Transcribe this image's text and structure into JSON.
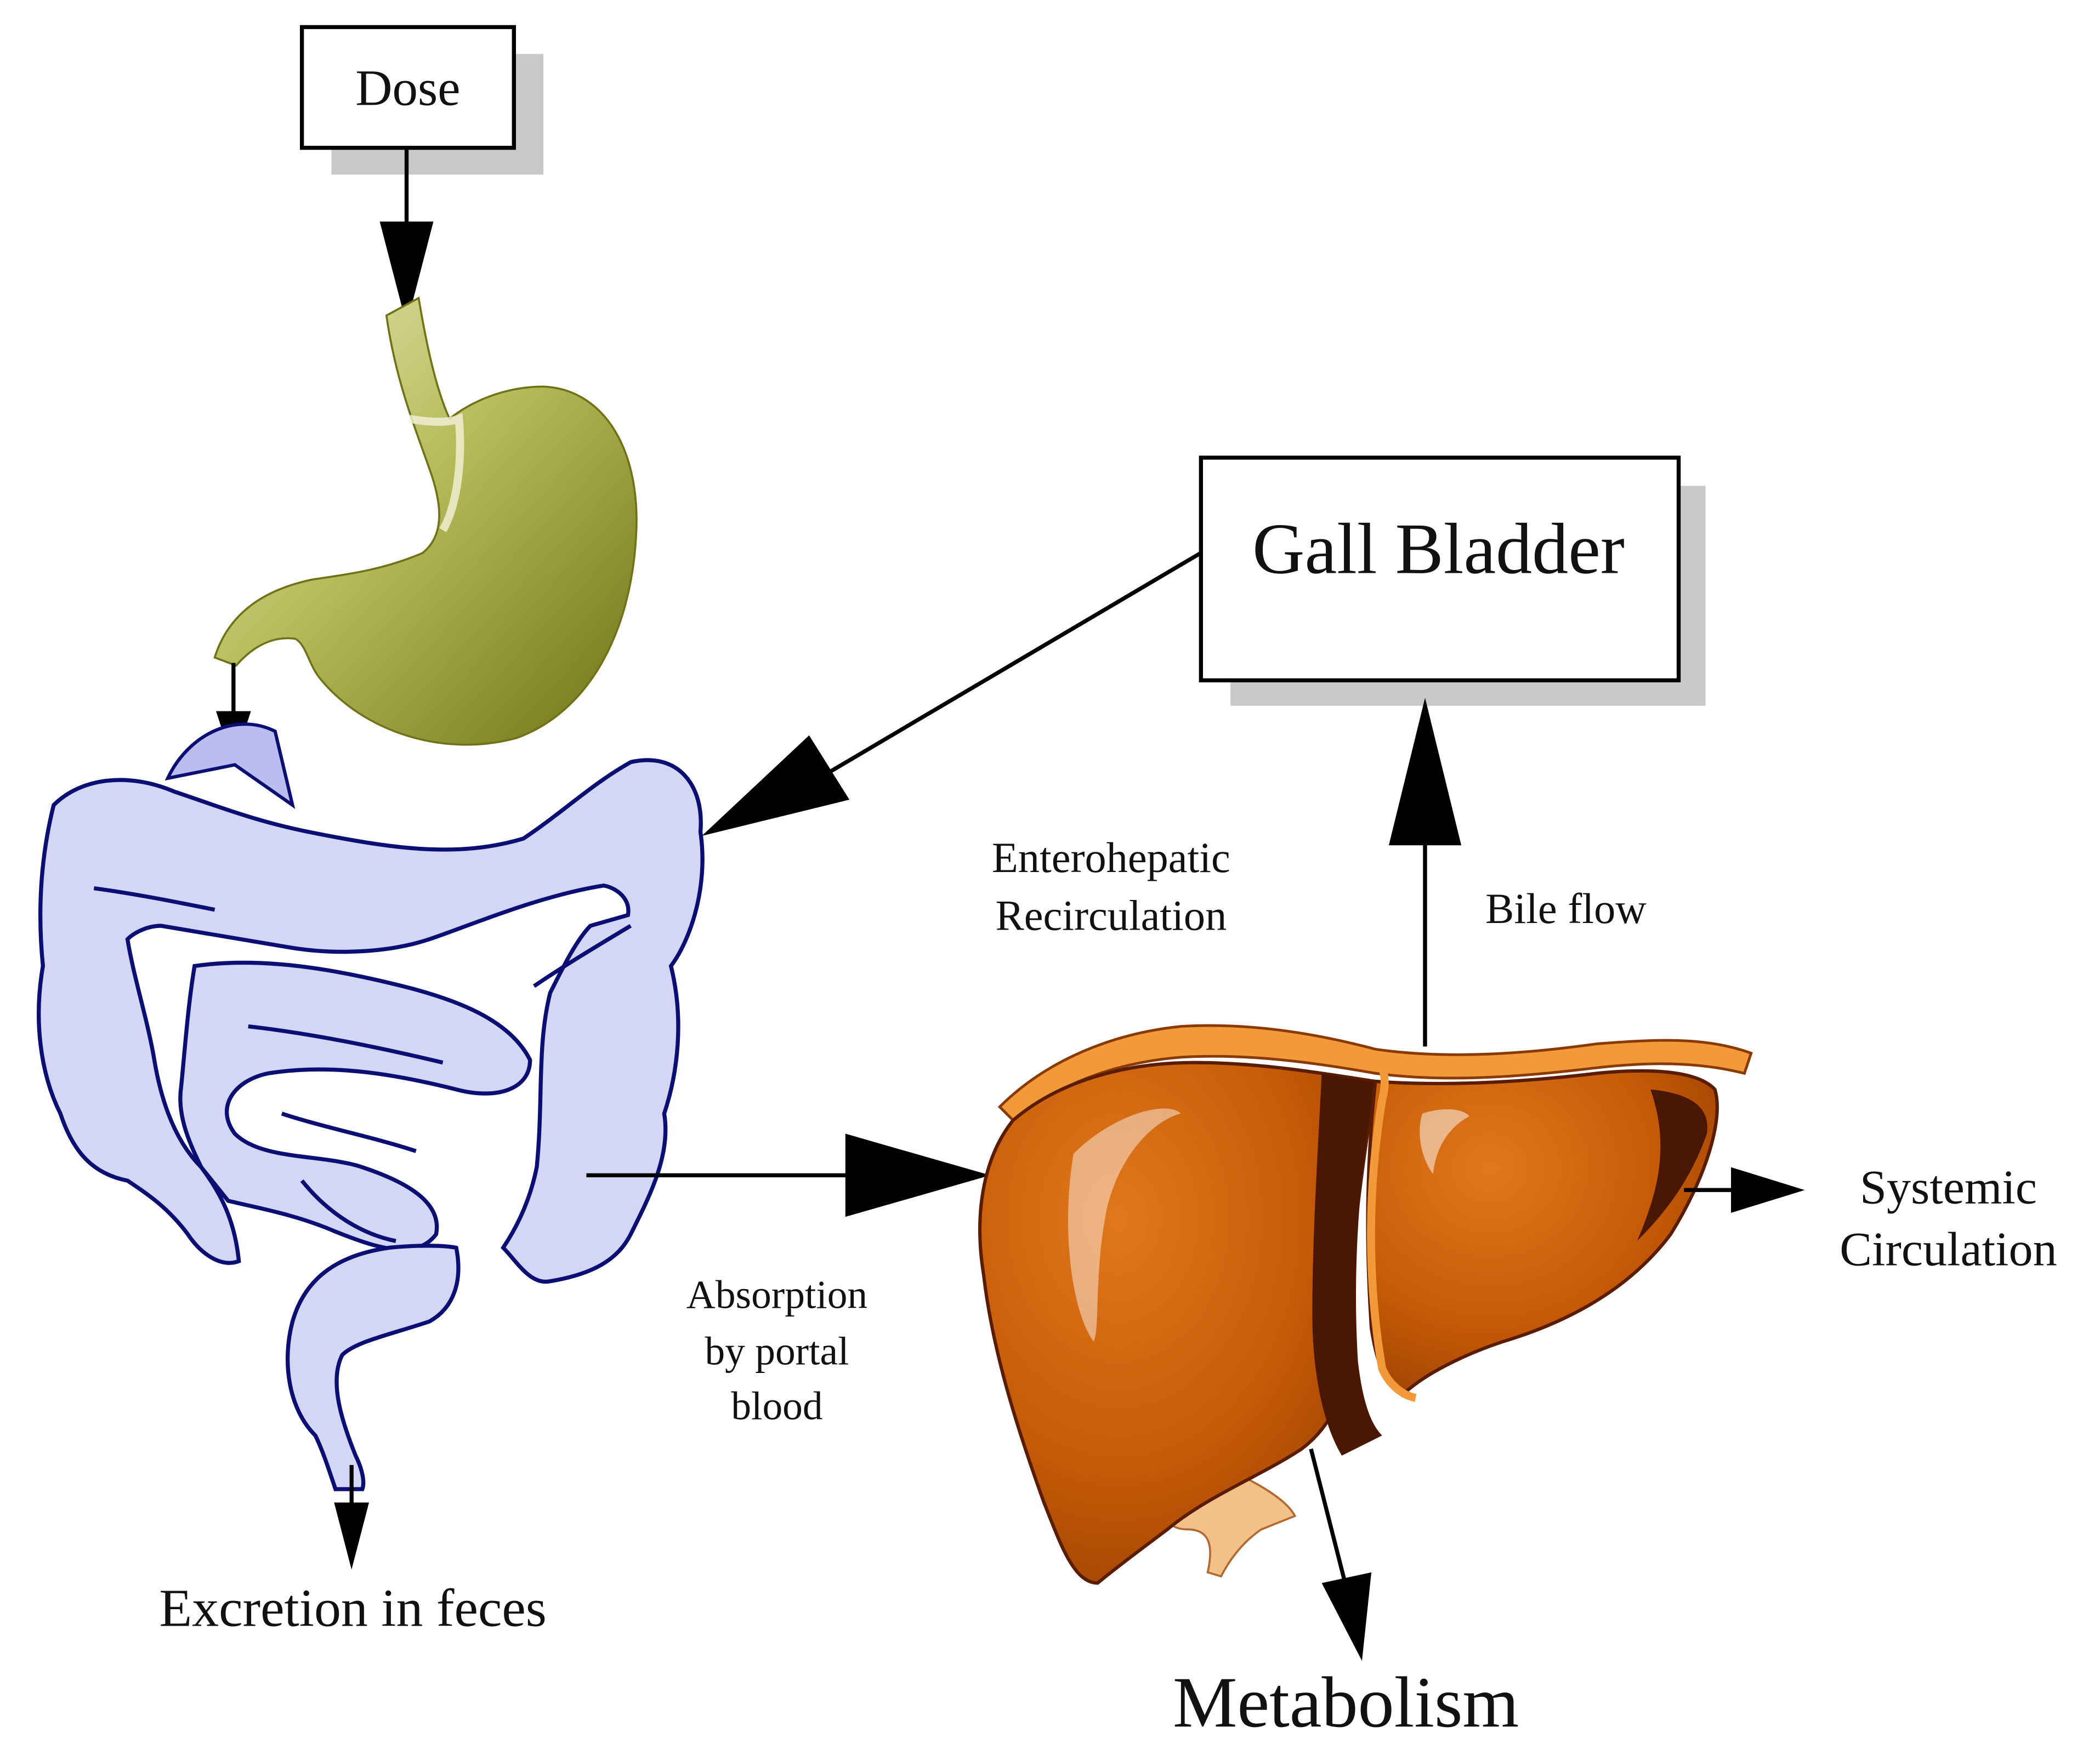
{
  "boxes": {
    "dose": "Dose",
    "gall_bladder": "Gall Bladder"
  },
  "labels": {
    "enterohepatic": [
      "Enterohepatic",
      "Recirculation"
    ],
    "bile_flow": "Bile flow",
    "absorption": [
      "Absorption",
      "by portal",
      "blood"
    ],
    "systemic": [
      "Systemic",
      "Circulation"
    ],
    "excretion": "Excretion in feces",
    "metabolism": "Metabolism"
  },
  "colors": {
    "stomach": "#8f9128",
    "stomach_light": "#d6d99a",
    "intestine_fill": "#d3d6f5",
    "intestine_stroke": "#0b0f73",
    "liver": "#c65a06",
    "liver_dark": "#5a1d04",
    "liver_rim": "#f29a3a",
    "gallbladder_organ": "#f4c08a",
    "shadow": "#c9c9c9",
    "arrow": "#000000"
  },
  "icons": [
    "stomach-illustration",
    "intestine-illustration",
    "liver-illustration"
  ]
}
